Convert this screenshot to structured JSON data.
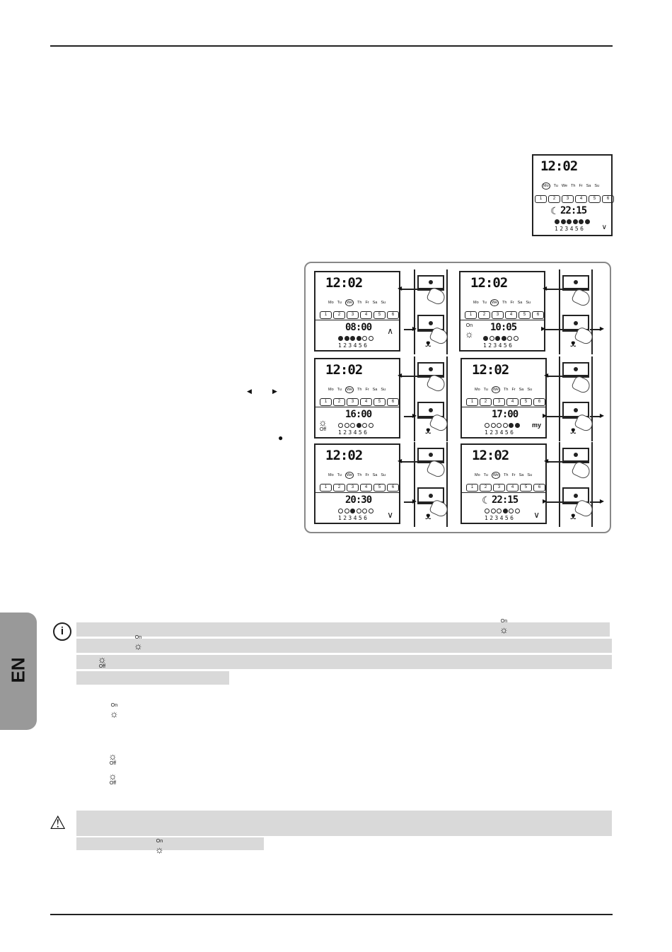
{
  "language_tab": "EN",
  "preview": {
    "time": "12:02",
    "days": [
      "Mo",
      "Tu",
      "We",
      "Th",
      "Fr",
      "Sa",
      "Su"
    ],
    "selected_day": "Mo",
    "tabs": [
      "1",
      "2",
      "3",
      "4",
      "5",
      "6"
    ],
    "event_time": "22:15",
    "dots": [
      "f",
      "f",
      "f",
      "f",
      "f",
      "f"
    ],
    "numbers": "123456"
  },
  "screens": [
    {
      "time": "12:02",
      "day": "We",
      "event": "08:00",
      "dots": [
        "f",
        "f",
        "f",
        "f",
        "o",
        "o"
      ],
      "numbers": "123456",
      "label": "",
      "chev": "^"
    },
    {
      "time": "12:02",
      "day": "We",
      "event": "10:05",
      "dots": [
        "f",
        "o",
        "f",
        "f",
        "o",
        "o"
      ],
      "numbers": "123456",
      "label": "On",
      "chev": ""
    },
    {
      "time": "12:02",
      "day": "We",
      "event": "16:00",
      "dots": [
        "o",
        "o",
        "o",
        "f",
        "o",
        "o"
      ],
      "numbers": "123456",
      "label": "Off",
      "chev": ""
    },
    {
      "time": "12:02",
      "day": "We",
      "event": "17:00",
      "dots": [
        "o",
        "o",
        "o",
        "o",
        "f",
        "f"
      ],
      "numbers": "123456",
      "label": "my",
      "chev": ""
    },
    {
      "time": "12:02",
      "day": "We",
      "event": "20:30",
      "dots": [
        "o",
        "o",
        "f",
        "o",
        "o",
        "o"
      ],
      "numbers": "123456",
      "label": "",
      "chev": "v"
    },
    {
      "time": "12:02",
      "day": "We",
      "event": "22:15",
      "dots": [
        "o",
        "o",
        "o",
        "f",
        "o",
        "o"
      ],
      "numbers": "123456",
      "label": "moon",
      "chev": "v"
    }
  ],
  "icon_labels": {
    "on": "On",
    "off": "Off"
  },
  "arrow_glyphs": {
    "left": "◀",
    "right": "▶",
    "bullet": "●"
  }
}
